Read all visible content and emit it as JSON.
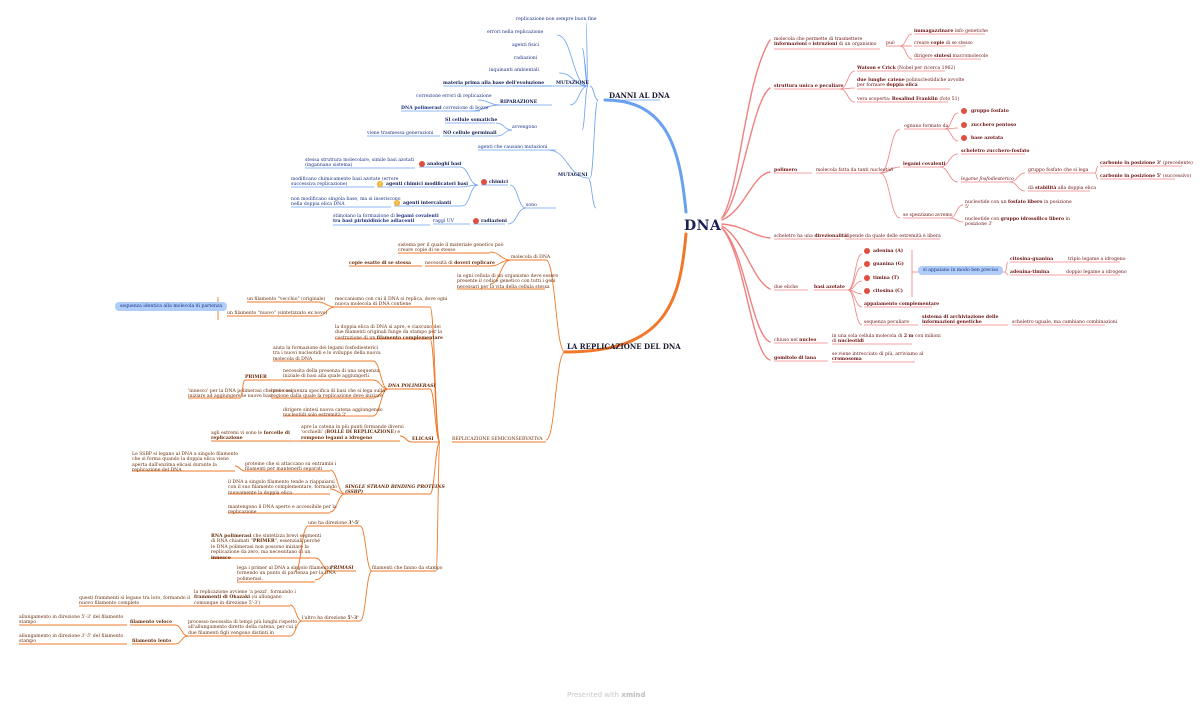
{
  "root": "DNA",
  "watermark": {
    "text": "Presented with",
    "brand": "xmind"
  },
  "danni": {
    "title": "DANNI AL DNA",
    "mutazione": "MUTAZIONE",
    "repl_non_buon_fine": "replicazione non sempre buon fine",
    "errori_repl": "errori nella replicazione",
    "agenti_fisici": "agenti fisici",
    "radiazioni": "radiazioni",
    "inquinanti": "inquinanti ambientali",
    "materia_prima": "materia prima alla base dell'evoluzione",
    "riparazione": "RIPARAZIONE",
    "correzione": "correzione errori di replicazione",
    "dna_pol_corr_a": "DNA polimerasi",
    "dna_pol_corr_b": " correzione di bozze",
    "avvengono": "avvengono",
    "si_somatiche": "SI cellule somatiche",
    "no_germinali": "NO cellule germinali",
    "vieni_trasmessa": "viene trasmessa generazioni",
    "mutageni": "MUTAGENI",
    "agenti_causano": "agenti che causano mutazioni",
    "sono": "sono",
    "chimici": "chimici",
    "radiazioni2": "radiazioni",
    "analoghi": "analoghi basi",
    "analoghi_desc_1": "stessa struttura molecolare, simile basi azotati",
    "analoghi_desc_2": "(ingannano sistema)",
    "modificatori": "agenti chimici modificatori basi",
    "modificatori_desc_1": "modificano chimicamente basi azotate (errore",
    "modificatori_desc_2": "successiva replicazione)",
    "intercalanti": "agenti intercalanti",
    "intercalanti_desc_1": "non modificano singola base, ma si inseriscono",
    "intercalanti_desc_2": "nella doppia elica DNA",
    "raggi_uv": "raggi UV",
    "stimolano_1a": "stimolano la formazione di ",
    "stimolano_1b": "legami covalenti",
    "stimolano_2": "tra basi pirimidiniche adiacenti"
  },
  "replicazione": {
    "title": "LA REPLICAZIONE DEL DNA",
    "molecola": "molecola di DNA",
    "sistema_1": "sistema per il quale il materiale genetico può",
    "sistema_2": "creare copie di se stesso",
    "necessita": "necessità di ",
    "doveri": "doveri replicare",
    "copie_esatte": "copie esatte di se stessa",
    "ogni_cell_1": "in ogni cellula di un organismo deve essere",
    "ogni_cell_2": "presente il codice genetico con tutti i geni",
    "ogni_cell_3": "necessari per la vita della cellula stessa",
    "semicons": "REPLICAZIONE SEMICONSERVATIVA",
    "meccanismo_1": "meccanismo con cui il DNA si replica, dove ogni",
    "meccanismo_2": "nuova molecola di DNA contiene",
    "filamento_vecchio": "un filamento \"vecchio\" (originale)",
    "filamento_nuovo": "un filamento \"nuovo\" (sintetizzato ex novo)",
    "sequenza_pill": "sequenza identica alla molecola di partenza",
    "doppia_elica_1": "la doppia elica di DNA si apre, e ciascuno dei",
    "doppia_elica_2": "due filamenti originali funge da stampo per la",
    "doppia_elica_3": "costruzione di un ",
    "doppia_elica_3b": "filamento complementare",
    "dna_pol": "DNA POLIMERASI",
    "aiuta_1": "aiuta la formazione dei legami fosfodiesterici",
    "aiuta_2": "tra i nuovi nucleotidi e lo sviluppo della nuova",
    "aiuta_3": "molecola di DNA",
    "primer": "PRIMER",
    "primer_desc_1": "necessita della presenza di una sequenza",
    "primer_desc_2": "iniziale di basi alla quale aggiungerli",
    "innesco_1": "'innesco' per la DNA polimerasi che può così",
    "innesco_2": "iniziare ad aggiungere le nuove basi",
    "breve_1": "breve sequenza specifica di basi che si lega sulla",
    "breve_2": "regione dalla quale la replicazione deve iniziare",
    "dirige_1": "dirigere sintesi nuova catena aggiungendo",
    "dirige_2": "nucleotidi solo estremità 3'",
    "elicasi": "ELICASI",
    "apre_1": "apre la catena in più punti formando diversi",
    "apre_2a": "'occhielli' (",
    "apre_2b": "BOLLE DI REPLICAZIONE",
    "apre_2c": ") e",
    "apre_3": "rompono legami a idrogeno",
    "estremi_1a": "agli estremi vi sono le ",
    "estremi_1b": "forcelle di",
    "estremi_2": "replicazione",
    "ssbp": "SINGLE STRAND BINDING PROTEINS",
    "ssbp_2": "(SSBP)",
    "ssbp_legano_1": "Le SSBP si legano al DNA a singolo filamento",
    "ssbp_legano_2": "che si forma quando la doppia elica viene",
    "ssbp_legano_3": "aperta dall'enzima elicasi durante la",
    "ssbp_legano_4": "replicazione del DNA.",
    "proteine_1": "proteine che si attaccano su entrambi i",
    "proteine_2": "filamenti per mantenerli separati",
    "singolo_1": "il DNA a singolo filamento tende a riappaiarsi",
    "singolo_2": "con il suo filamento complementare, formando",
    "singolo_3": "nuovamente la doppia elica",
    "mantengono_1": "mantengono il DNA aperto e accessibile per la",
    "mantengono_2": "replicazione",
    "filamenti_stampo": "filamenti che fanno da stampo",
    "uno_dir_a": "uno ha direzione ",
    "uno_dir_b": "3'-5'",
    "primasi": "PRIMASI",
    "rna_pol_1a": "RNA polimerasi",
    "rna_pol_1b": " che sintetizza brevi segmenti",
    "rna_pol_2a": "di RNA chiamati \"",
    "rna_pol_2b": "PRIMER",
    "rna_pol_2c": "\", essenziali perché",
    "rna_pol_3": "le DNA polimerasi non possono iniziare la",
    "rna_pol_4": "replicazione da zero, ma necessitano di un",
    "rna_pol_5": "innesco",
    "lega_1": "lega i primer al DNA a singolo filamento,",
    "lega_2": "fornendo un punto di partenza per la DNA",
    "lega_3": "polimerasi.",
    "altro_a": "l'altro ha direzione ",
    "altro_b": "5'-3'",
    "pezzi_1": "la replicazione avviene 'a pezzi', formando i",
    "pezzi_2a": "frammenti di Okazaki",
    "pezzi_2b": " (si allungano",
    "pezzi_3": "comunque in direzione 5'-3')",
    "questi_1": "questi frammenti si legano tra loro, formando il",
    "questi_2": "nuovo filamento completo",
    "processo_1": "processo necessita di tempi più lunghi rispetto",
    "processo_2": "all'allungamento diretto della catena, per cui i",
    "processo_3": "due filamenti figli vengono distinti in",
    "veloce": "filamento veloce",
    "veloce_d1": "allungamento in direzione 5'-3' del filamento",
    "veloce_d2": "stampo",
    "lento": "filamento lento",
    "lento_d1a": "allungamento in direzione ",
    "lento_d1b": "3'-5'",
    "lento_d1c": " del filamento",
    "lento_d2": "stampo"
  },
  "right": {
    "mol_1": "molecola che permette di trasmettere",
    "mol_2a": "informazioni",
    "mol_2b": " e ",
    "mol_2c": "istruzioni",
    "mol_2d": " di un organismo",
    "puo": "può",
    "immag_a": "immagazzinare",
    "immag_b": " info genetiche",
    "creare_a": "creare ",
    "creare_b": "copie",
    "creare_c": " di se stesso",
    "dirigere_a": "dirigere ",
    "dirigere_b": "sintesi",
    "dirigere_c": " macromolecole",
    "struttura": "struttura unica e peculiare",
    "watson_a": "Watson e Crick",
    "watson_b": " (Nobel per ricerca 1962)",
    "due_1a": "due lunghe catene",
    "due_1b": " polinucleotidiche avvolte",
    "due_2a": "per formare ",
    "due_2b": "doppia elica",
    "vera_a": "vera scoperta: ",
    "vera_b": "Rosalind Franklin",
    "vera_c": " (foto 51)",
    "polimero": "polimero",
    "mol_fatta_a": "molecola fatta da tanti ",
    "mol_fatta_b": "nucleotidi",
    "ognuno": "ognuno formato da",
    "gruppo_fosfato": "gruppo fosfato",
    "zucchero": "zucchero pentoso",
    "base_azotata": "base azotata",
    "legami_cov": "legami covalenti",
    "scheletro_zf": "scheletro zucchero-fosfato",
    "legame_fosfo": "legame fosfodiesterico",
    "gruppo_fosf_lega": "gruppo fosfato che si lega",
    "carb3_a": "carbonio in posizione 3'",
    "carb3_b": " (precedente)",
    "carb5_a": "carbonio in posizione 5'",
    "carb5_b": " (successivo)",
    "stabilita_a": "dà ",
    "stabilita_b": "stabilità",
    "stabilita_c": " alla doppia elica",
    "spezzano": "se spezziamo avremo",
    "fosfato_lib_1a": "nucleotide con un ",
    "fosfato_lib_1b": "fosfato libero",
    "fosfato_lib_1c": " in posizione",
    "fosfato_lib_2": "5'",
    "ossidrile_1a": "nucleotide con ",
    "ossidrile_1b": "gruppo idrossilico libero",
    "ossidrile_1c": " in",
    "ossidrile_2": "posizione 3'",
    "scheletro": "scheletro ha una ",
    "scheletro_b": "direzionalità",
    "dipende": "dipende da quale delle estremità è libera",
    "due_eliche": "due eliche",
    "basi_azotate": "basi azotate",
    "adenina": "adenina (A)",
    "guanina": "guanina (G)",
    "timina": "timina (T)",
    "citosina": "citosina (C)",
    "appaiamento": "appaiamento complementare",
    "appaiate_pill": "si appaiano in modo ben preciso",
    "cit_gua": "citosina-guanina",
    "triplo": "triplo legame a idrogeno",
    "ade_tim": "adenina-timina",
    "doppio": "doppio legame a idrogeno",
    "sequenza_pec": "sequenza peculiare",
    "sistema_arch_1": "sistema di archiviazione delle",
    "sistema_arch_2": "informazioni genetiche",
    "scheletro_uguale": "scheletro uguale, ma cambiano combinazioni",
    "chiuso_a": "chiuso nel ",
    "chiuso_b": "nucleo",
    "in_una_1a": "in una sola cellula molecola di ",
    "in_una_1b": "2 m",
    "in_una_1c": " con milioni",
    "in_una_2a": "di ",
    "in_una_2b": "nucleotidi",
    "gomitolo_a": "gomitolo di lana",
    "intrec_1": "se viene intrecciato di più, arriviamo al",
    "intrec_2": "cromosoma"
  }
}
